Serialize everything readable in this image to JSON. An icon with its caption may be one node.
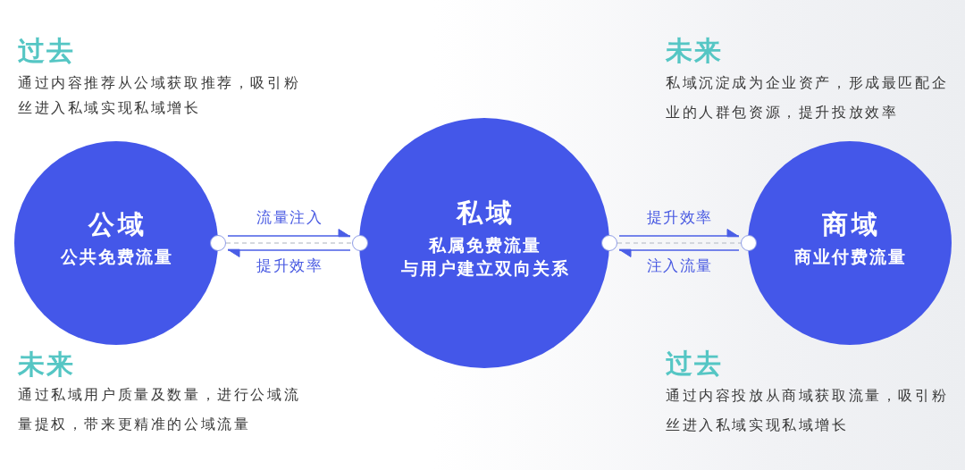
{
  "diagram": {
    "nodes": [
      {
        "text": [
          "公域",
          "公共免费流量"
        ]
      },
      {
        "text": [
          "私域",
          "私属免费流量",
          "与用户建立双向关系"
        ]
      },
      {
        "text": [
          "商域",
          "商业付费流量"
        ]
      },
      {
        "text": [],
        "shape": "circle"
      },
      {
        "text": [],
        "shape": "circle"
      },
      {
        "text": [],
        "shape": "circle"
      },
      {
        "text": [],
        "shape": "circle"
      }
    ],
    "edges": [
      {
        "from": 3,
        "to": 4,
        "arrow": "none",
        "style": "dashed",
        "color": "#c8ccd3"
      },
      {
        "from": 3,
        "to": 4,
        "arrow": "to",
        "label": "流量注入"
      },
      {
        "from": 4,
        "to": 3,
        "arrow": "to",
        "label": "提升效率"
      },
      {
        "from": 5,
        "to": 6,
        "arrow": "none",
        "style": "dashed",
        "color": "#c8ccd3"
      },
      {
        "from": 5,
        "to": 6,
        "arrow": "to",
        "label": "提升效率"
      },
      {
        "from": 6,
        "to": 5,
        "arrow": "to",
        "label": "注入流量"
      }
    ],
    "labels": [
      "过去",
      "通过内容推荐从公域获取推荐，吸引粉丝进入私域实现私域增长",
      "未来",
      "私域沉淀成为企业资产，形成最匹配企业的人群包资源，提升投放效率",
      "未来",
      "通过私域用户质量及数量，进行公域流量提权，带来更精准的公域流量",
      "过去",
      "通过内容投放从商域获取流量，吸引粉丝进入私域实现私域增长"
    ]
  }
}
